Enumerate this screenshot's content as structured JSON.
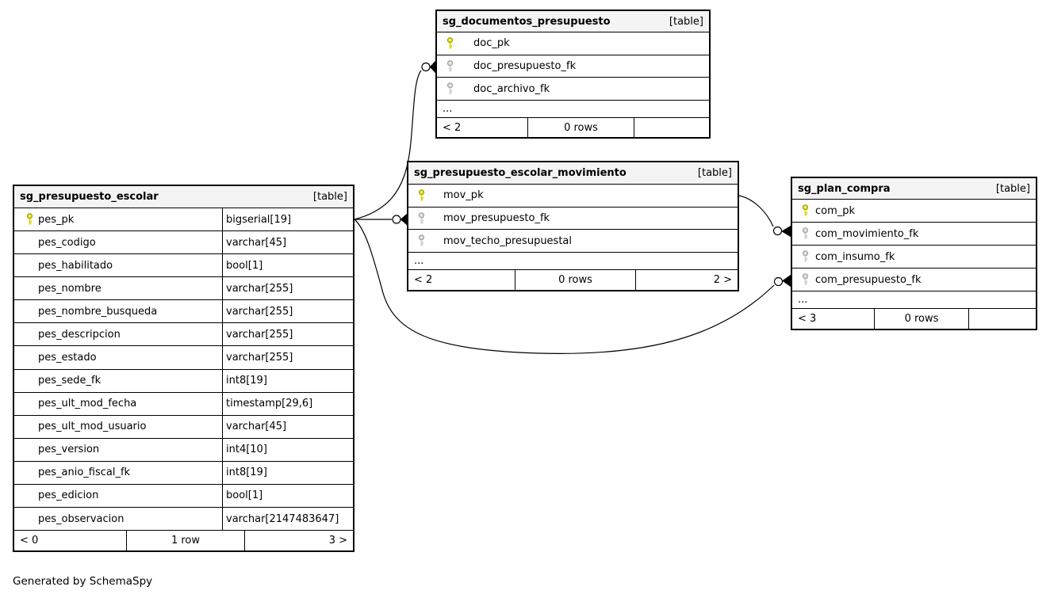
{
  "footer_note": "Generated by SchemaSpy",
  "colors": {
    "primary_key": "#d9d900",
    "primary_key_outline": "#8f8f00",
    "foreign_key": "#cccccc",
    "foreign_key_outline": "#999999",
    "header_bg": "#f4f4f4",
    "border": "#000000",
    "line": "#000000"
  },
  "tables": [
    {
      "id": "sg_documentos_presupuesto",
      "title": "sg_documentos_presupuesto",
      "badge": "[table]",
      "columns": [
        {
          "name": "doc_pk",
          "icon": "pk"
        },
        {
          "name": "doc_presupuesto_fk",
          "icon": "fk"
        },
        {
          "name": "doc_archivo_fk",
          "icon": "fk"
        },
        {
          "name": "...",
          "icon": null,
          "ellipsis": true
        }
      ],
      "footer": {
        "left": "< 2",
        "center": "0 rows",
        "right": ""
      }
    },
    {
      "id": "sg_presupuesto_escolar",
      "title": "sg_presupuesto_escolar",
      "badge": "[table]",
      "columns": [
        {
          "name": "pes_pk",
          "icon": "pk",
          "type": "bigserial[19]"
        },
        {
          "name": "pes_codigo",
          "icon": null,
          "type": "varchar[45]"
        },
        {
          "name": "pes_habilitado",
          "icon": null,
          "type": "bool[1]"
        },
        {
          "name": "pes_nombre",
          "icon": null,
          "type": "varchar[255]"
        },
        {
          "name": "pes_nombre_busqueda",
          "icon": null,
          "type": "varchar[255]"
        },
        {
          "name": "pes_descripcion",
          "icon": null,
          "type": "varchar[255]"
        },
        {
          "name": "pes_estado",
          "icon": null,
          "type": "varchar[255]"
        },
        {
          "name": "pes_sede_fk",
          "icon": null,
          "type": "int8[19]"
        },
        {
          "name": "pes_ult_mod_fecha",
          "icon": null,
          "type": "timestamp[29,6]"
        },
        {
          "name": "pes_ult_mod_usuario",
          "icon": null,
          "type": "varchar[45]"
        },
        {
          "name": "pes_version",
          "icon": null,
          "type": "int4[10]"
        },
        {
          "name": "pes_anio_fiscal_fk",
          "icon": null,
          "type": "int8[19]"
        },
        {
          "name": "pes_edicion",
          "icon": null,
          "type": "bool[1]"
        },
        {
          "name": "pes_observacion",
          "icon": null,
          "type": "varchar[2147483647]"
        }
      ],
      "footer": {
        "left": "< 0",
        "center": "1 row",
        "right": "3 >"
      }
    },
    {
      "id": "sg_presupuesto_escolar_movimiento",
      "title": "sg_presupuesto_escolar_movimiento",
      "badge": "[table]",
      "columns": [
        {
          "name": "mov_pk",
          "icon": "pk"
        },
        {
          "name": "mov_presupuesto_fk",
          "icon": "fk"
        },
        {
          "name": "mov_techo_presupuestal",
          "icon": "fk"
        },
        {
          "name": "...",
          "icon": null,
          "ellipsis": true
        }
      ],
      "footer": {
        "left": "< 2",
        "center": "0 rows",
        "right": "2 >"
      }
    },
    {
      "id": "sg_plan_compra",
      "title": "sg_plan_compra",
      "badge": "[table]",
      "columns": [
        {
          "name": "com_pk",
          "icon": "pk"
        },
        {
          "name": "com_movimiento_fk",
          "icon": "fk"
        },
        {
          "name": "com_insumo_fk",
          "icon": "fk"
        },
        {
          "name": "com_presupuesto_fk",
          "icon": "fk"
        },
        {
          "name": "...",
          "icon": null,
          "ellipsis": true
        }
      ],
      "footer": {
        "left": "< 3",
        "center": "0 rows",
        "right": ""
      }
    }
  ],
  "relationships": [
    {
      "from": "sg_presupuesto_escolar.pes_pk",
      "to": "sg_documentos_presupuesto.doc_presupuesto_fk"
    },
    {
      "from": "sg_presupuesto_escolar.pes_pk",
      "to": "sg_presupuesto_escolar_movimiento.mov_presupuesto_fk"
    },
    {
      "from": "sg_presupuesto_escolar.pes_pk",
      "to": "sg_plan_compra.com_presupuesto_fk"
    },
    {
      "from": "sg_presupuesto_escolar_movimiento.mov_pk",
      "to": "sg_plan_compra.com_movimiento_fk"
    }
  ]
}
